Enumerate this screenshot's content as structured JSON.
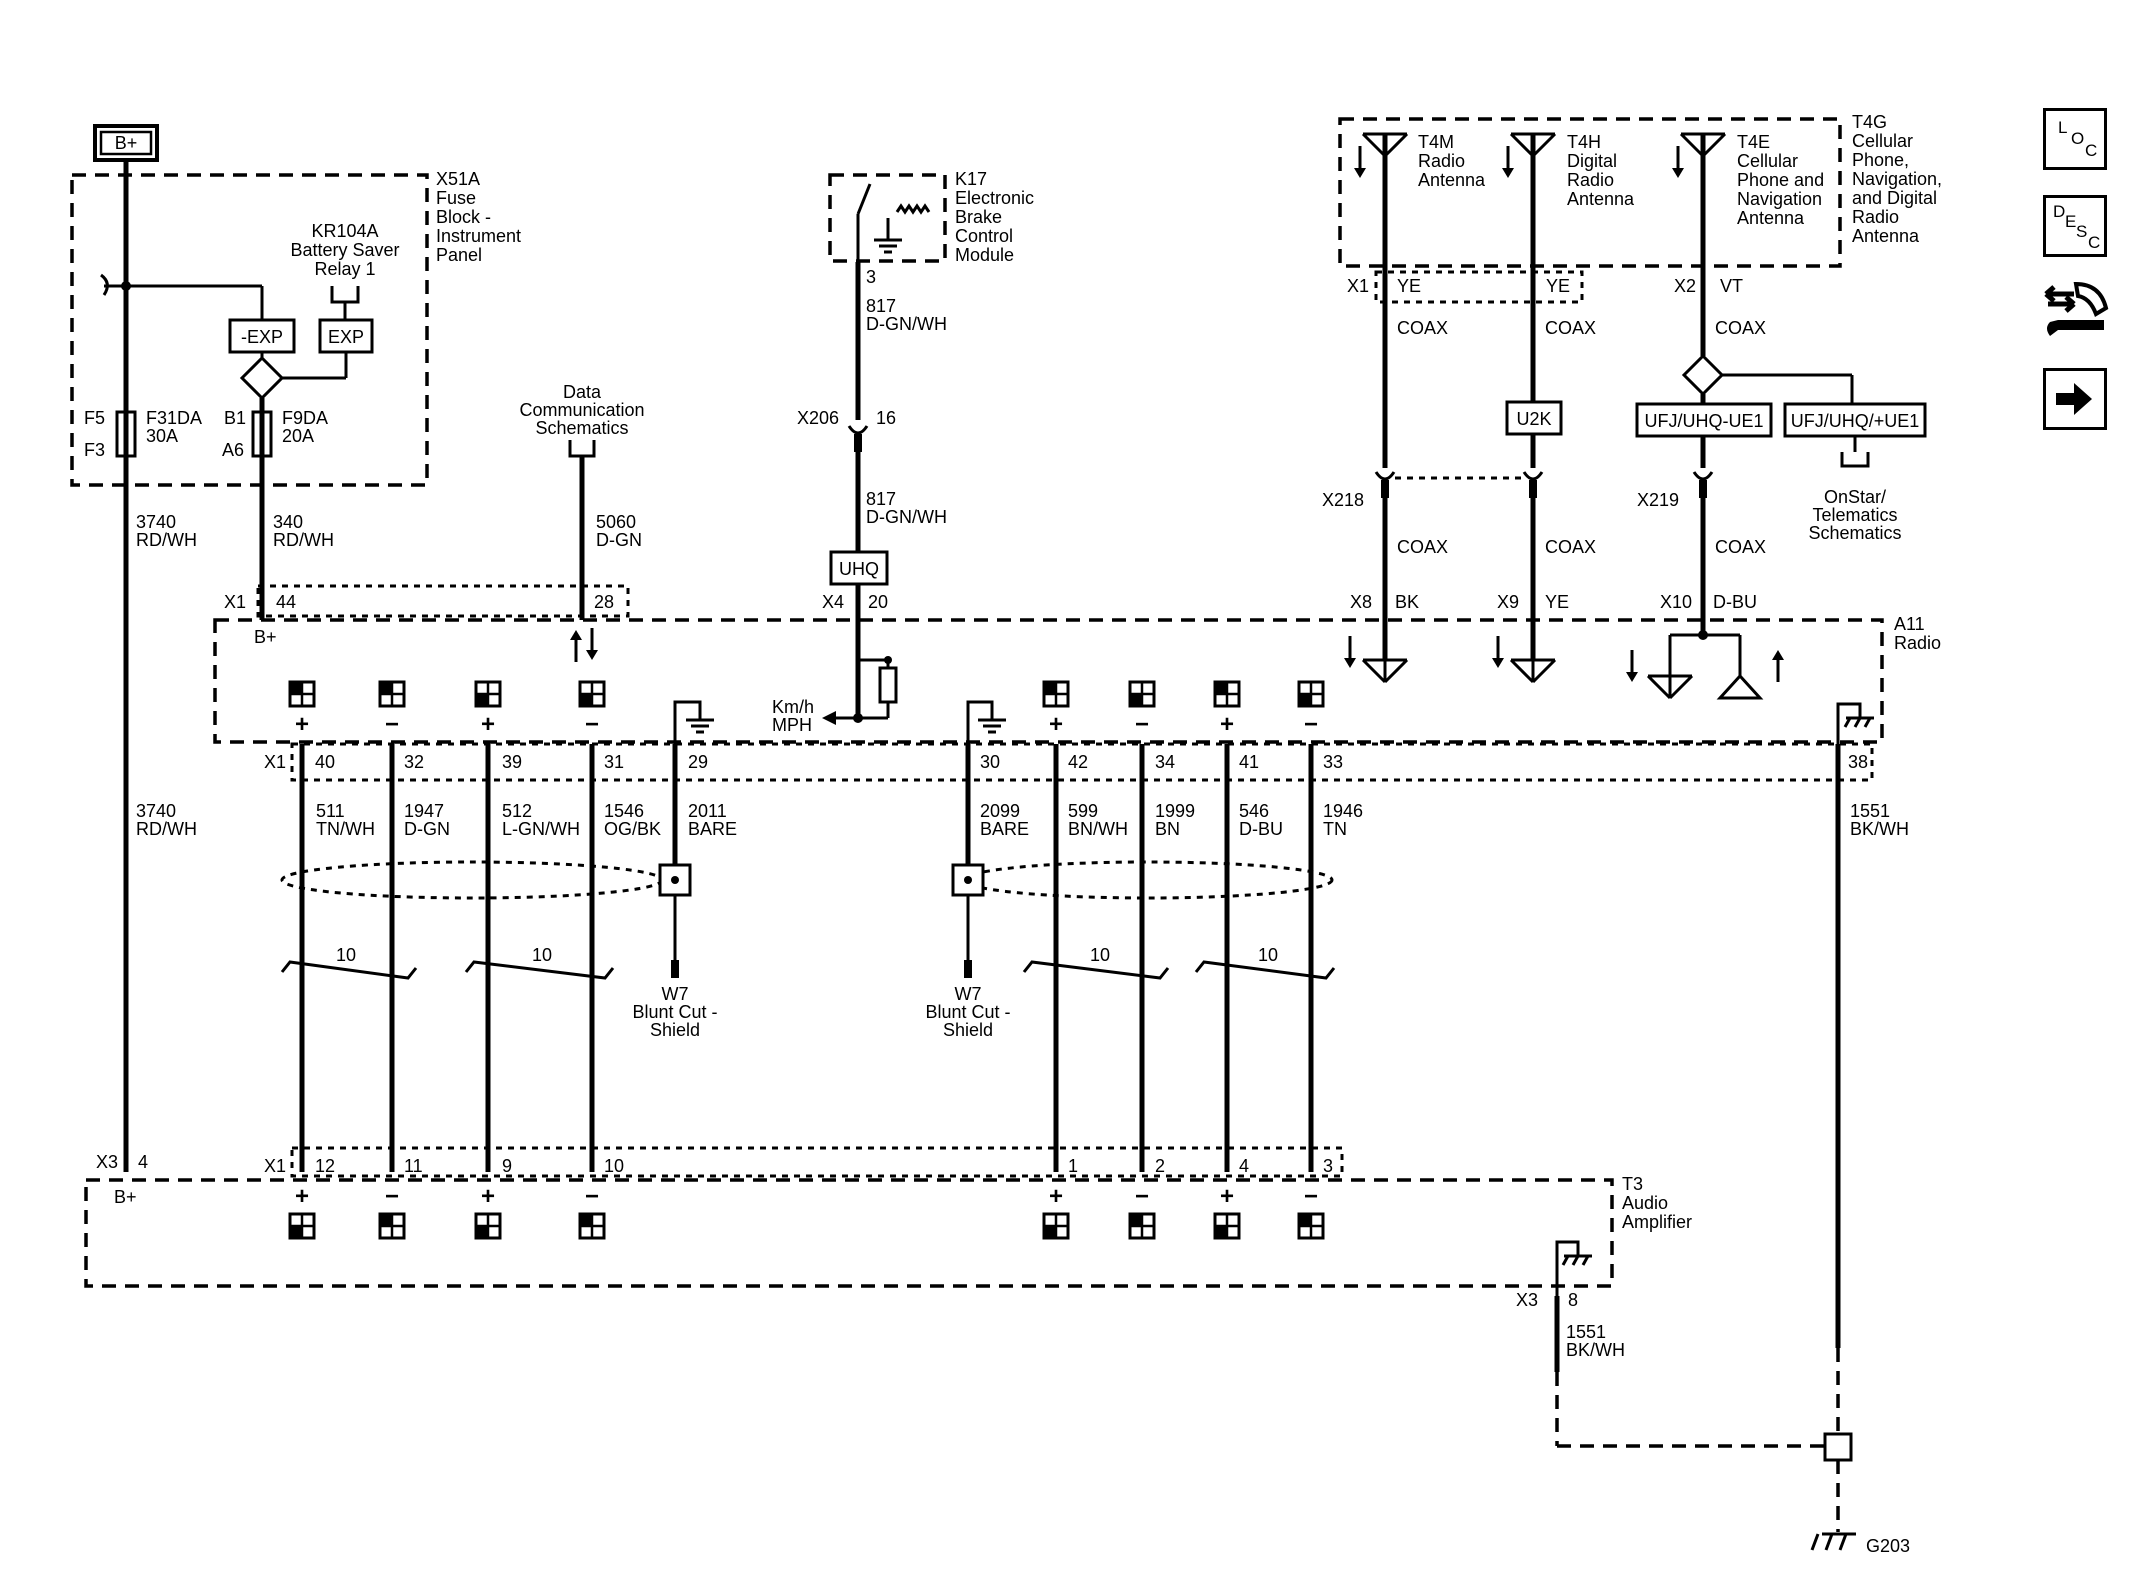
{
  "power": {
    "label": "B+"
  },
  "fuse_block": {
    "ref": "X51A",
    "name_lines": [
      "Fuse",
      "Block -",
      "Instrument",
      "Panel"
    ],
    "relay_ref": "KR104A",
    "relay_lines": [
      "Battery Saver",
      "Relay 1"
    ],
    "exp_neg": "-EXP",
    "exp": "EXP",
    "fuse1": {
      "pin_top": "F5",
      "pin_bottom": "F3",
      "ref": "F31DA",
      "rating": "30A"
    },
    "fuse2": {
      "pin_top": "B1",
      "pin_bottom": "A6",
      "ref": "F9DA",
      "rating": "20A"
    }
  },
  "wires_top": {
    "w3740": {
      "circuit": "3740",
      "color": "RD/WH"
    },
    "w340": {
      "circuit": "340",
      "color": "RD/WH"
    },
    "w5060": {
      "circuit": "5060",
      "color": "D-GN"
    },
    "w817a": {
      "circuit": "817",
      "color": "D-GN/WH"
    },
    "w817b": {
      "circuit": "817",
      "color": "D-GN/WH"
    }
  },
  "data_comm": {
    "lines": [
      "Data",
      "Communication",
      "Schematics"
    ]
  },
  "ebcm": {
    "ref": "K17",
    "name_lines": [
      "Electronic",
      "Brake",
      "Control",
      "Module"
    ],
    "pin": "3"
  },
  "x206": {
    "ref": "X206",
    "pin": "16"
  },
  "uhq": "UHQ",
  "radio": {
    "ref": "A11",
    "name": "Radio",
    "b_plus": "B+",
    "x1": "X1",
    "x1_pin_a": "44",
    "x1_pin_b": "28",
    "x4": "X4",
    "x4_pin": "20",
    "speed_lines": [
      "Km/h",
      "MPH"
    ],
    "x8": "X8",
    "x8_color": "BK",
    "x9": "X9",
    "x9_color": "YE",
    "x10": "X10",
    "x10_color": "D-BU"
  },
  "antenna_module": {
    "ref": "T4G",
    "name_lines": [
      "Cellular",
      "Phone,",
      "Navigation,",
      "and Digital",
      "Radio",
      "Antenna"
    ],
    "t4m": {
      "ref": "T4M",
      "lines": [
        "Radio",
        "Antenna"
      ]
    },
    "t4h": {
      "ref": "T4H",
      "lines": [
        "Digital",
        "Radio",
        "Antenna"
      ]
    },
    "t4e": {
      "ref": "T4E",
      "lines": [
        "Cellular",
        "Phone and",
        "Navigation",
        "Antenna"
      ]
    },
    "x1": "X1",
    "x1_color_a": "YE",
    "x1_color_b": "YE",
    "x2": "X2",
    "x2_color": "VT"
  },
  "coax": "COAX",
  "u2k": "U2K",
  "ufj_neg": "UFJ/UHQ-UE1",
  "ufj_pos": "UFJ/UHQ/+UE1",
  "onstar": {
    "lines": [
      "OnStar/",
      "Telematics",
      "Schematics"
    ]
  },
  "x218": "X218",
  "x219": "X219",
  "radio_pins": {
    "x1": "X1",
    "pins": [
      "40",
      "32",
      "39",
      "31",
      "29",
      "30",
      "42",
      "34",
      "41",
      "33",
      "38"
    ]
  },
  "speaker_wires": [
    {
      "circuit": "511",
      "color": "TN/WH"
    },
    {
      "circuit": "1947",
      "color": "D-GN"
    },
    {
      "circuit": "512",
      "color": "L-GN/WH"
    },
    {
      "circuit": "1546",
      "color": "OG/BK"
    },
    {
      "circuit": "2011",
      "color": "BARE"
    },
    {
      "circuit": "2099",
      "color": "BARE"
    },
    {
      "circuit": "599",
      "color": "BN/WH"
    },
    {
      "circuit": "1999",
      "color": "BN"
    },
    {
      "circuit": "546",
      "color": "D-BU"
    },
    {
      "circuit": "1946",
      "color": "TN"
    },
    {
      "circuit": "1551",
      "color": "BK/WH"
    }
  ],
  "w3740_lower": {
    "circuit": "3740",
    "color": "RD/WH"
  },
  "twist": [
    "10",
    "10",
    "10",
    "10"
  ],
  "shield1": {
    "ref": "W7",
    "lines": [
      "Blunt Cut -",
      "Shield"
    ]
  },
  "shield2": {
    "ref": "W7",
    "lines": [
      "Blunt Cut -",
      "Shield"
    ]
  },
  "amp": {
    "ref": "T3",
    "name_lines": [
      "Audio",
      "Amplifier"
    ],
    "b_plus": "B+",
    "x3": "X3",
    "x3_pin": "4",
    "x1": "X1",
    "pins": [
      "12",
      "11",
      "9",
      "10",
      "1",
      "2",
      "4",
      "3"
    ],
    "x3b": "X3",
    "x3b_pin": "8"
  },
  "amp_ground_wire": {
    "circuit": "1551",
    "color": "BK/WH"
  },
  "ground": "G203",
  "polarity": {
    "plus": "+",
    "minus": "−"
  },
  "nav": {
    "loc": [
      "L",
      "O",
      "C"
    ],
    "desc": [
      "D",
      "E",
      "S",
      "C"
    ]
  }
}
